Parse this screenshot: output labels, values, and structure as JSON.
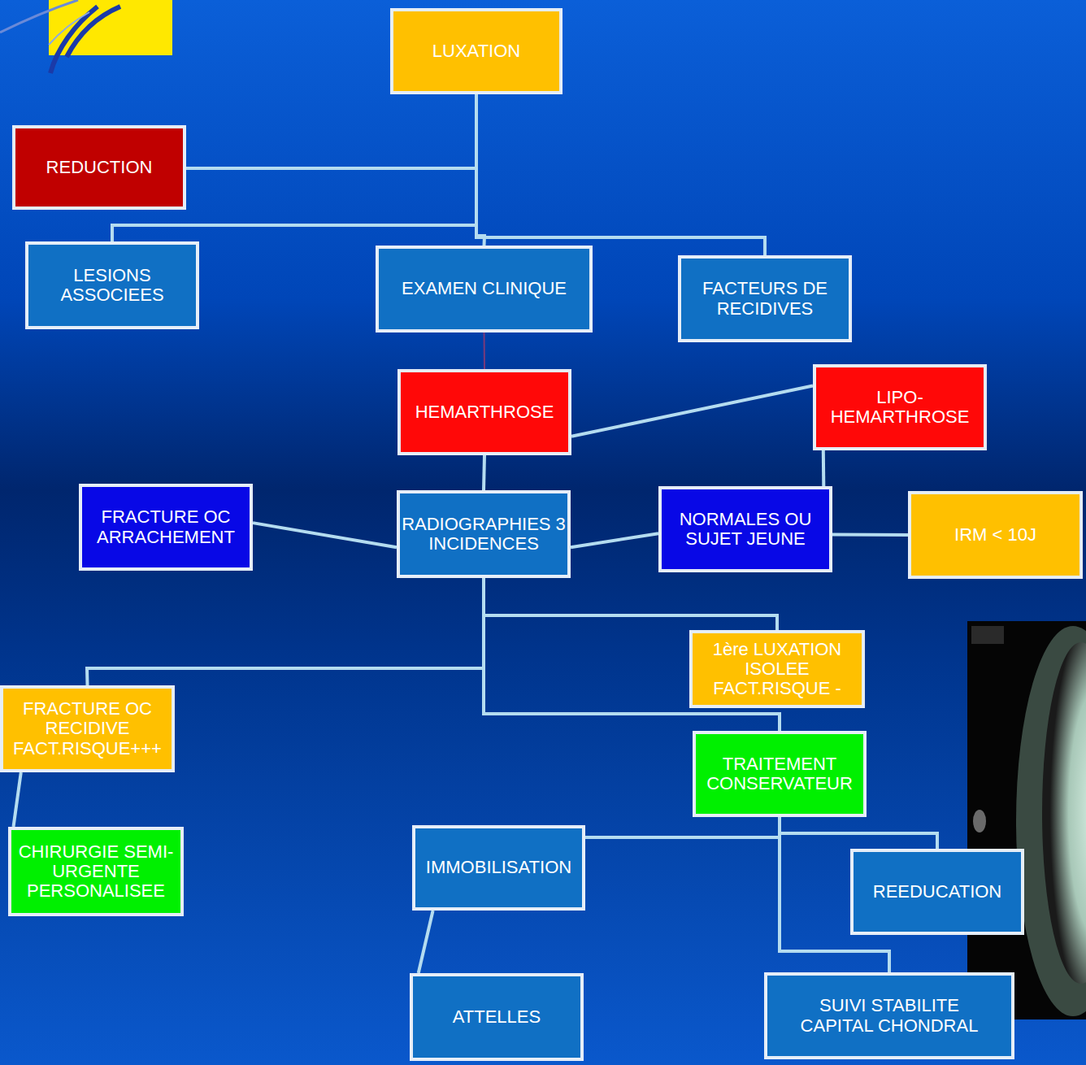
{
  "diagram": {
    "nodes": [
      {
        "text": [
          "LUXATION"
        ]
      },
      {
        "text": [
          "REDUCTION"
        ]
      },
      {
        "text": [
          "LESIONS ASSOCIEES"
        ]
      },
      {
        "text": [
          "EXAMEN CLINIQUE"
        ]
      },
      {
        "text": [
          "FACTEURS DE RECIDIVES"
        ]
      },
      {
        "text": [
          "HEMARTHROSE"
        ]
      },
      {
        "text": [
          "LIPO-HEMARTHROSE"
        ]
      },
      {
        "text": [
          "FRACTURE OC ARRACHEMENT"
        ]
      },
      {
        "text": [
          "RADIOGRAPHIES 3 INCIDENCES"
        ]
      },
      {
        "text": [
          "NORMALES OU SUJET JEUNE"
        ]
      },
      {
        "text": [
          "IRM < 10J"
        ]
      },
      {
        "text": [
          "1ère LUXATION ISOLEE FACT.RISQUE -"
        ]
      },
      {
        "text": [
          "FRACTURE OC RECIDIVE FACT.RISQUE+++"
        ]
      },
      {
        "text": [
          "TRAITEMENT CONSERVATEUR"
        ]
      },
      {
        "text": [
          "CHIRURGIE SEMI-URGENTE PERSONALISEE"
        ]
      },
      {
        "text": [
          "IMMOBILISATION"
        ]
      },
      {
        "text": [
          "REEDUCATION"
        ]
      },
      {
        "text": [
          "ATTELLES"
        ]
      },
      {
        "text": [
          "SUIVI STABILITE CAPITAL CHONDRAL"
        ]
      }
    ],
    "edges": [
      {
        "from": 0,
        "to": 1,
        "arrow": "none"
      },
      {
        "from": 0,
        "to": 2,
        "arrow": "none"
      },
      {
        "from": 0,
        "to": 3,
        "arrow": "none"
      },
      {
        "from": 0,
        "to": 4,
        "arrow": "none"
      },
      {
        "from": 3,
        "to": 5,
        "arrow": "none"
      },
      {
        "from": 5,
        "to": 6,
        "arrow": "none"
      },
      {
        "from": 5,
        "to": 8,
        "arrow": "none"
      },
      {
        "from": 8,
        "to": 7,
        "arrow": "none"
      },
      {
        "from": 8,
        "to": 9,
        "arrow": "none"
      },
      {
        "from": 6,
        "to": 9,
        "arrow": "none"
      },
      {
        "from": 9,
        "to": 10,
        "arrow": "none"
      },
      {
        "from": 8,
        "to": 11,
        "arrow": "none"
      },
      {
        "from": 8,
        "to": 12,
        "arrow": "none"
      },
      {
        "from": 8,
        "to": 13,
        "arrow": "none"
      },
      {
        "from": 12,
        "to": 14,
        "arrow": "none"
      },
      {
        "from": 13,
        "to": 15,
        "arrow": "none"
      },
      {
        "from": 13,
        "to": 16,
        "arrow": "none"
      },
      {
        "from": 13,
        "to": 18,
        "arrow": "none"
      },
      {
        "from": 15,
        "to": 17,
        "arrow": "none"
      }
    ]
  }
}
